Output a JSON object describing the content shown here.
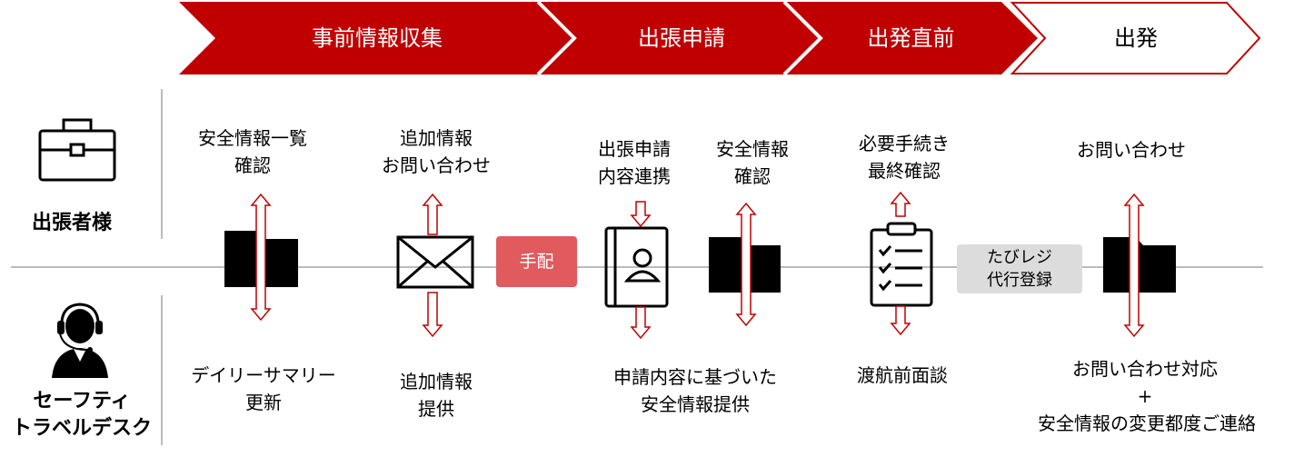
{
  "stages": [
    {
      "label": "事前情報収集",
      "state": "active"
    },
    {
      "label": "出張申請",
      "state": "active"
    },
    {
      "label": "出発直前",
      "state": "active"
    },
    {
      "label": "出発",
      "state": "inactive"
    }
  ],
  "roles": {
    "traveler": "出張者様",
    "desk_line1": "セーフティ",
    "desk_line2": "トラベルデスク"
  },
  "top_labels": {
    "safety_list_1": "安全情報一覧",
    "safety_list_2": "確認",
    "add_inquiry_1": "追加情報",
    "add_inquiry_2": "お問い合わせ",
    "app_link_1": "出張申請",
    "app_link_2": "内容連携",
    "safety_check_1": "安全情報",
    "safety_check_2": "確認",
    "final_check_1": "必要手続き",
    "final_check_2": "最終確認",
    "inquiry": "お問い合わせ"
  },
  "bottom_labels": {
    "daily_1": "デイリーサマリー",
    "daily_2": "更新",
    "add_provide_1": "追加情報",
    "add_provide_2": "提供",
    "based_1": "申請内容に基づいた",
    "based_2": "安全情報提供",
    "interview": "渡航前面談",
    "support_1": "お問い合わせ対応",
    "support_plus": "+",
    "support_2": "安全情報の変更都度ご連絡"
  },
  "badges": {
    "arrange": "手配",
    "tabireji_1": "たびレジ",
    "tabireji_2": "代行登録"
  },
  "icons": [
    "briefcase-icon",
    "headset-operator-icon",
    "folder-icon",
    "envelope-icon",
    "address-book-icon",
    "clipboard-checklist-icon"
  ],
  "colors": {
    "brand_red": "#c00000",
    "arrow_red": "#c00000",
    "badge_red": "#e05a5e",
    "badge_gray": "#dcdcdc",
    "line_gray": "#a6a6a6"
  }
}
